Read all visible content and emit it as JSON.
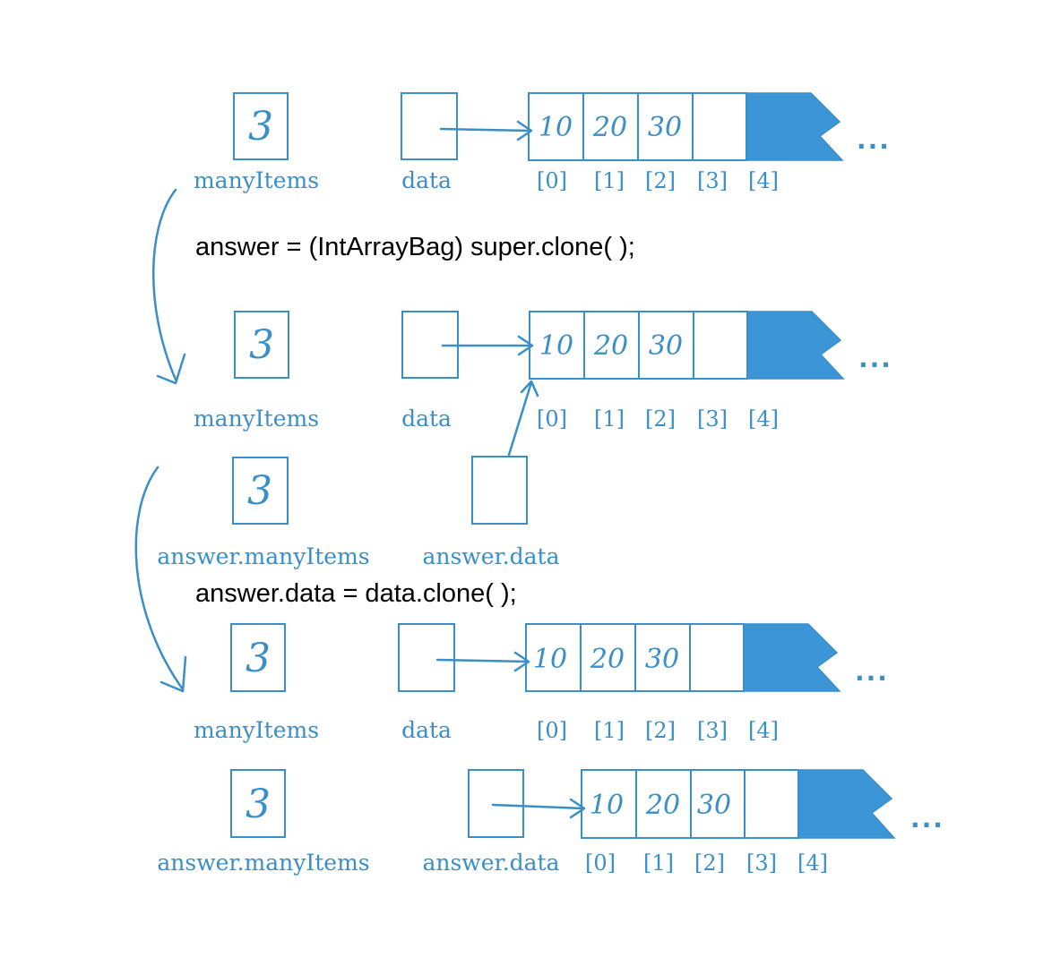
{
  "statements": [
    "answer = (IntArrayBag) super.clone( );",
    "answer.data = data.clone( );"
  ],
  "labels": {
    "many_items": "manyItems",
    "data": "data",
    "answer_many_items": "answer.manyItems",
    "answer_data": "answer.data"
  },
  "many_items_value": "3",
  "array_values": [
    "10",
    "20",
    "30",
    ""
  ],
  "array_indices": [
    "[0]",
    "[1]",
    "[2]",
    "[3]",
    "[4]"
  ],
  "ellipsis": "...",
  "colors": {
    "ink": "#3a8fc9",
    "flag_fill": "#3b95d6",
    "code_text": "#000000",
    "background": "#ffffff"
  }
}
